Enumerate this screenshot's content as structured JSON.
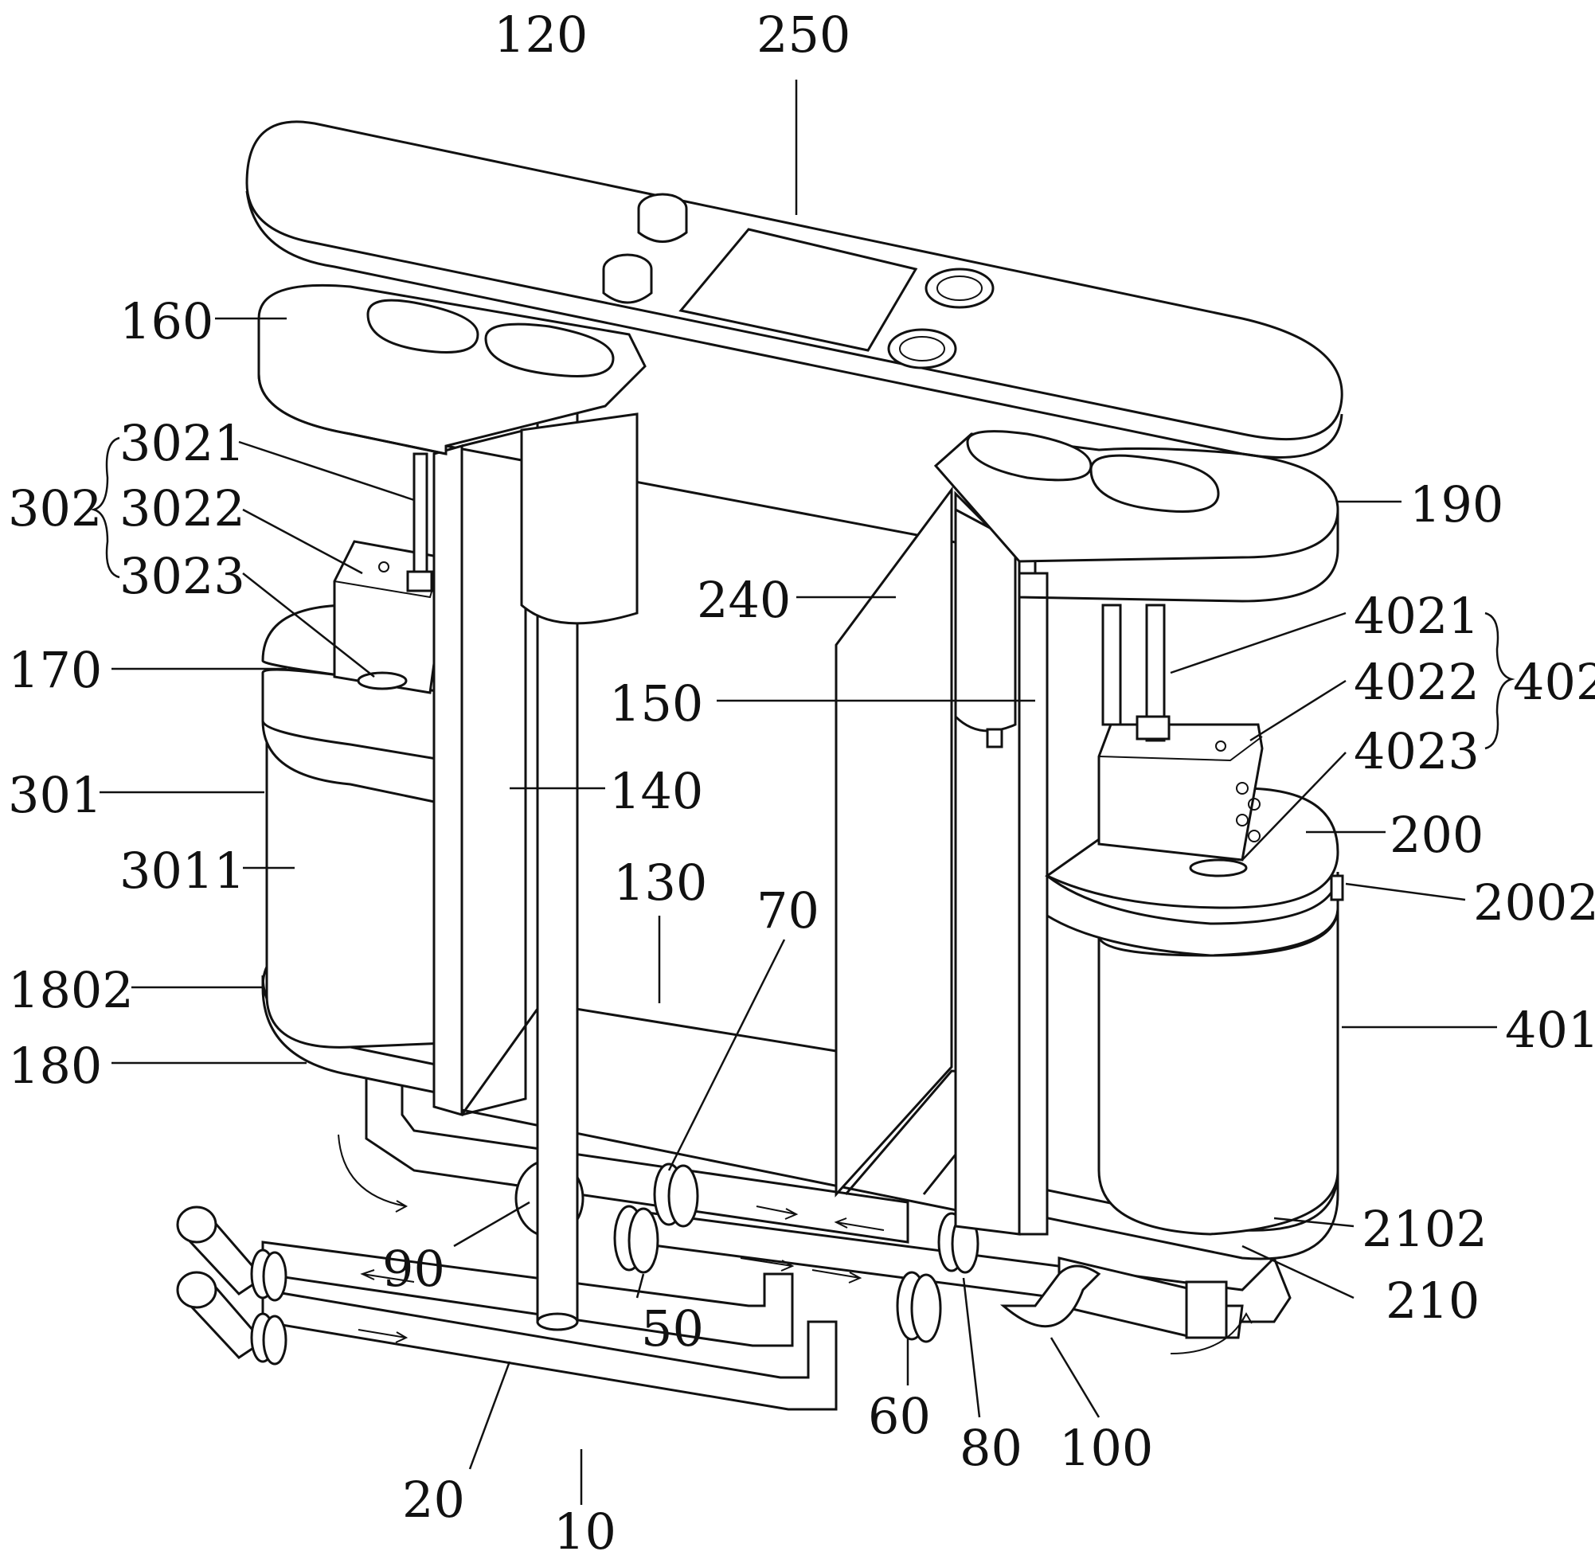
{
  "labels": [
    {
      "id": "120",
      "text": "120"
    },
    {
      "id": "250",
      "text": "250"
    },
    {
      "id": "160",
      "text": "160"
    },
    {
      "id": "3021",
      "text": "3021"
    },
    {
      "id": "302",
      "text": "302"
    },
    {
      "id": "3022",
      "text": "3022"
    },
    {
      "id": "3023",
      "text": "3023"
    },
    {
      "id": "170",
      "text": "170"
    },
    {
      "id": "301",
      "text": "301"
    },
    {
      "id": "3011",
      "text": "3011"
    },
    {
      "id": "1802",
      "text": "1802"
    },
    {
      "id": "180",
      "text": "180"
    },
    {
      "id": "240",
      "text": "240"
    },
    {
      "id": "150",
      "text": "150"
    },
    {
      "id": "140",
      "text": "140"
    },
    {
      "id": "130",
      "text": "130"
    },
    {
      "id": "70",
      "text": "70"
    },
    {
      "id": "90",
      "text": "90"
    },
    {
      "id": "50",
      "text": "50"
    },
    {
      "id": "20",
      "text": "20"
    },
    {
      "id": "10",
      "text": "10"
    },
    {
      "id": "60",
      "text": "60"
    },
    {
      "id": "80",
      "text": "80"
    },
    {
      "id": "100",
      "text": "100"
    },
    {
      "id": "190",
      "text": "190"
    },
    {
      "id": "4021",
      "text": "4021"
    },
    {
      "id": "402",
      "text": "402"
    },
    {
      "id": "4022",
      "text": "4022"
    },
    {
      "id": "4023",
      "text": "4023"
    },
    {
      "id": "200",
      "text": "200"
    },
    {
      "id": "2002",
      "text": "2002"
    },
    {
      "id": "401",
      "text": "401"
    },
    {
      "id": "2102",
      "text": "2102"
    },
    {
      "id": "210",
      "text": "210"
    }
  ]
}
